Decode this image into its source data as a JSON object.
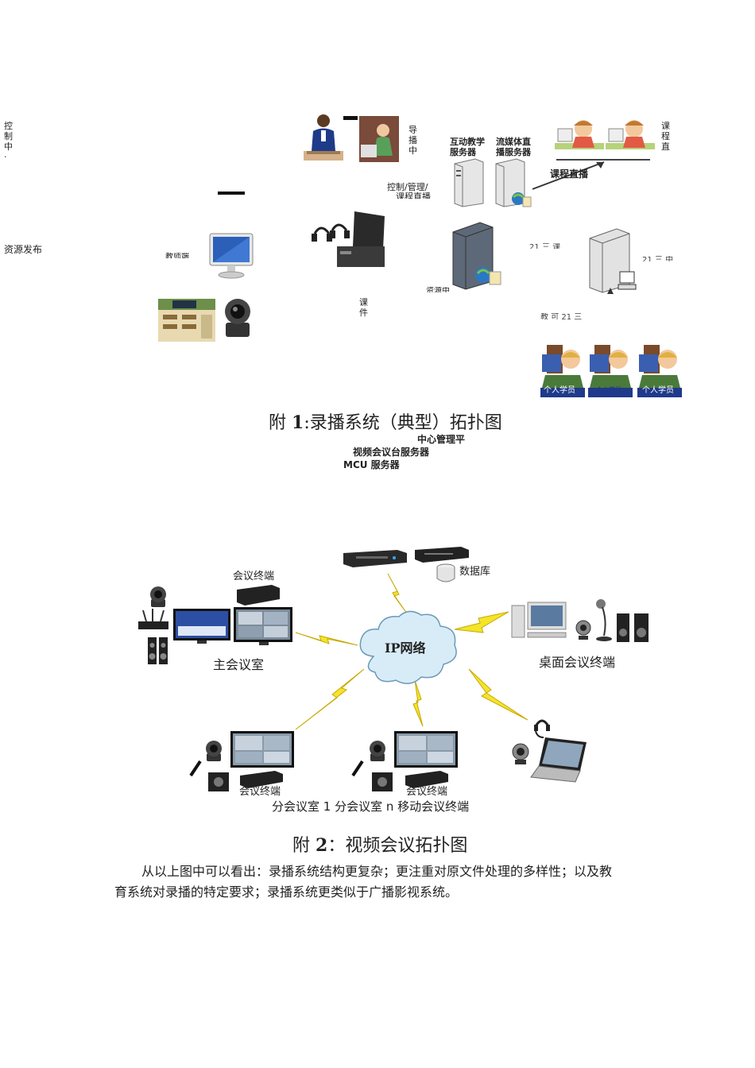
{
  "figure1": {
    "labels": {
      "control_center": "控制中·",
      "resource_publish": "资源发布",
      "director_center": "导播中",
      "course_live_side": "课程直",
      "interactive_server": "互动教学服务器",
      "streaming_server": "流媒体直播服务器",
      "course_live": "课程直播",
      "control_manage": "控制/管理/",
      "course_live_line": "课程直播",
      "courseware": "课件",
      "teacher_side": "教师端",
      "resource_side": "资源中",
      "student_label_1": "个人学员",
      "student_label_2": "个人学员",
      "student_label_3": "个人学员"
    },
    "caption_prefix": "附 ",
    "caption_num": "1",
    "caption_text": ":录播系统（典型）拓扑图"
  },
  "figure2": {
    "center_labels": {
      "line1": "中心管理平",
      "line2": "视频会议台服务器",
      "line3": "MCU 服务器"
    },
    "database": "数据库",
    "ip_network": "IP网络",
    "meeting_terminal_top": "会议终端",
    "main_room": "主会议室",
    "desktop_terminal": "桌面会议终端",
    "terminal_bottom_1": "会议终端",
    "terminal_bottom_2": "会议终端",
    "bottom_line": "分会议室 1 分会议室 n 移动会议终端",
    "caption_prefix": "附 ",
    "caption_num": "2",
    "caption_text": "：视频会议拓扑图"
  },
  "paragraph": {
    "line1": "从以上图中可以看出：录播系统结构更复杂；更注重对原文件处理的多样性；以及教",
    "line2": "育系统对录播的特定要求；录播系统更类似于广播影视系统。"
  },
  "colors": {
    "cloud": "#d8ecf7",
    "cloud_stroke": "#6a9ab8",
    "lightning": "#f4e42a",
    "lightning_stroke": "#c7a800",
    "screen_blue": "#2d4fa3",
    "server_grey": "#dcdcdc"
  }
}
